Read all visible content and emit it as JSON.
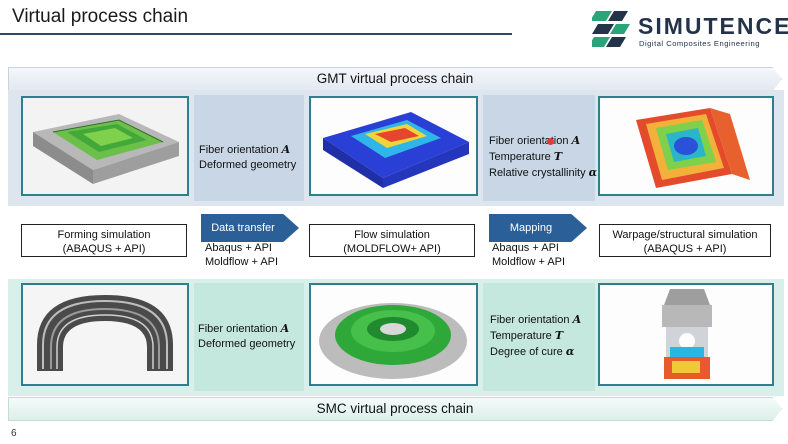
{
  "slide": {
    "title": "Virtual process chain",
    "page_number": "6"
  },
  "brand": {
    "name": "SIMUTENCE",
    "tagline": "Digital Composites Engineering",
    "colors": {
      "teal": "#2aa57a",
      "navy": "#23344a",
      "blue": "#2b5f97"
    }
  },
  "gmt": {
    "banner": "GMT virtual process chain",
    "transfer1": [
      "Fiber orientation",
      "A",
      "Deformed geometry"
    ],
    "transfer2": {
      "l1": "Fiber orientation",
      "l1v": "A",
      "l2": "Temperature",
      "l2v": "T",
      "l3": "Relative crystallinity",
      "l3v": "α"
    }
  },
  "smc": {
    "banner": "SMC virtual process chain",
    "transfer1": {
      "l1": "Fiber orientation",
      "l1v": "A",
      "l2": "Deformed geometry"
    },
    "transfer2": {
      "l1": "Fiber orientation",
      "l1v": "A",
      "l2": "Temperature",
      "l2v": "T",
      "l3": "Degree of cure",
      "l3v": "α"
    }
  },
  "stages": [
    {
      "title": "Forming simulation",
      "tool": "(ABAQUS + API)"
    },
    {
      "title": "Flow simulation",
      "tool": "(MOLDFLOW+ API)"
    },
    {
      "title": "Warpage/structural simulation",
      "tool": "(ABAQUS + API)"
    }
  ],
  "arrows": [
    {
      "label": "Data transfer",
      "sub1": "Abaqus + API",
      "sub2": "Moldflow + API"
    },
    {
      "label": "Mapping",
      "sub1": "Abaqus + API",
      "sub2": "Moldflow + API"
    }
  ]
}
